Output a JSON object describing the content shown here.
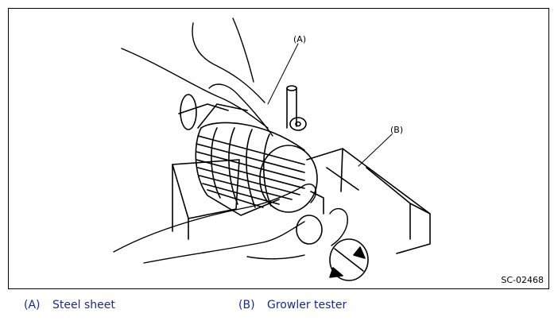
{
  "figure": {
    "callout_a": "(A)",
    "callout_b": "(B)",
    "figure_id": "SC-02468"
  },
  "legend": [
    {
      "key": "(A)",
      "label": "Steel sheet"
    },
    {
      "key": "(B)",
      "label": "Growler tester"
    }
  ]
}
